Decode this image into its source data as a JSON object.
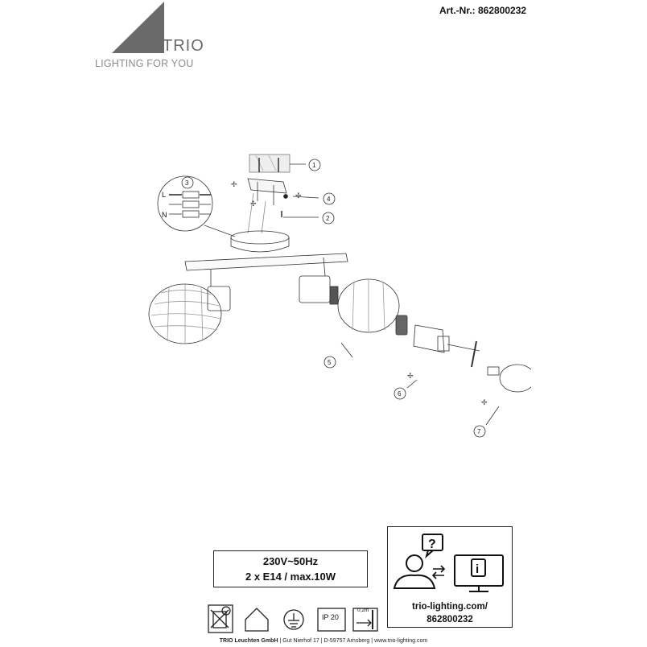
{
  "brand": {
    "name": "TRIO",
    "tagline": "LIGHTING FOR YOU"
  },
  "article": {
    "label": "Art.-Nr.: 862800232"
  },
  "callouts": [
    "1",
    "2",
    "3",
    "4",
    "5",
    "6",
    "7"
  ],
  "wiring": {
    "l": "L",
    "n": "N"
  },
  "specs": {
    "voltage": "230V~50Hz",
    "lamp": "2 x  E14 / max.10W"
  },
  "support": {
    "url_line1": "trio-lighting.com/",
    "url_line2": "862800232"
  },
  "symbols": {
    "ip_rating": "IP 20",
    "min_distance": "0,2m"
  },
  "footer": {
    "company": "TRIO Leuchten GmbH",
    "street": "Gut Nierhof 17",
    "city": "D-59757 Arnsberg",
    "web": "www.trio-lighting.com",
    "sep": "|"
  },
  "colors": {
    "ink": "#111111",
    "logo_gray": "#6a6a6a",
    "line": "#333333"
  },
  "icons": [
    "logo-triangle-icon",
    "screw-icon",
    "bracket-icon",
    "terminal-block-icon",
    "ceiling-canopy-icon",
    "glass-shade-icon",
    "lamp-holder-icon",
    "bulb-icon",
    "question-bubble-icon",
    "person-icon",
    "exchange-arrows-icon",
    "info-monitor-icon",
    "recycle-bin-icon",
    "indoor-house-icon",
    "protection-class-icon",
    "ip-rating-icon",
    "distance-icon"
  ]
}
